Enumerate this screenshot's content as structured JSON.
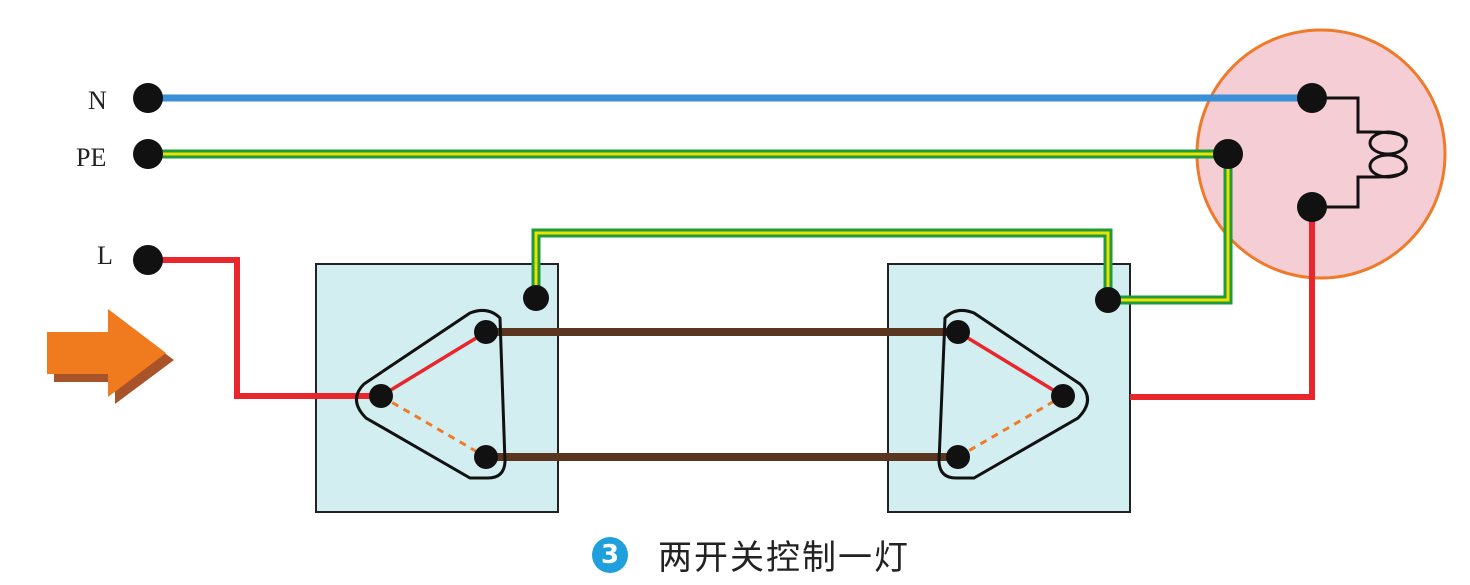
{
  "terminals": {
    "n": "N",
    "pe": "PE",
    "l": "L"
  },
  "caption": {
    "badge": "3",
    "text": "两开关控制一灯"
  },
  "colors": {
    "neutral_wire": "#3a8fd6",
    "earth_wire_outer": "#1e9b3a",
    "earth_wire_inner": "#f0e000",
    "live_wire": "#e8262c",
    "traveler_wire": "#5a3520",
    "switch_box": "#d3eef0",
    "lamp_fill": "#f5cdd5",
    "lamp_border": "#ef7a2a",
    "arrow": "#f07a1e",
    "arrow_shadow": "#a8532a",
    "caption_badge": "#1fa0dc"
  },
  "icons": {
    "arrow": "arrow-right-icon",
    "lamp": "lamp-coil-icon"
  }
}
